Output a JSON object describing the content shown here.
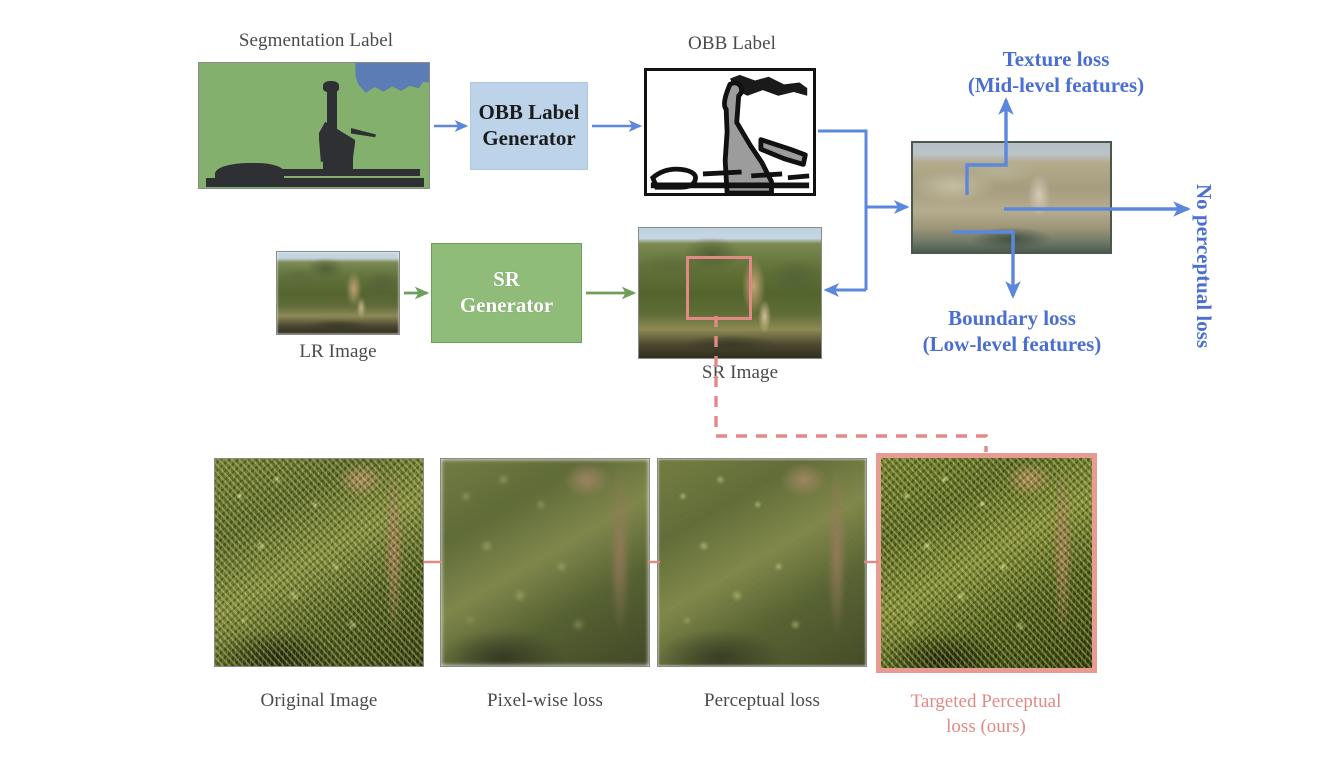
{
  "figure": {
    "title": "Targeted perceptual loss super-resolution pipeline diagram",
    "colors": {
      "arrow_blue": "#5b87dd",
      "arrow_green": "#6f9e5b",
      "loss_text_blue": "#4a6fd0",
      "highlight_red": "#e89a93",
      "ours_text_red": "#e08a85",
      "obb_box_fill": "#bcd3e9",
      "sr_box_fill": "#8fbc78",
      "caption_gray": "#4a4a4a"
    }
  },
  "top_row": {
    "segmentation_label_caption": "Segmentation Label",
    "obb_generator_box": "OBB Label\nGenerator",
    "obb_generator_line1": "OBB Label",
    "obb_generator_line2": "Generator",
    "obb_label_caption": "OBB Label"
  },
  "middle_row": {
    "lr_image_caption": "LR  Image",
    "sr_generator_line1": "SR",
    "sr_generator_line2": "Generator",
    "sr_image_caption": "SR Image"
  },
  "losses": {
    "texture": {
      "line1": "Texture loss",
      "line2": "(Mid-level features)"
    },
    "boundary": {
      "line1": "Boundary loss",
      "line2": "(Low-level features)"
    },
    "none": {
      "label": "No perceptual loss"
    }
  },
  "comparison_row": {
    "panels": [
      {
        "caption": "Original Image",
        "highlighted": false
      },
      {
        "caption": "Pixel-wise loss",
        "highlighted": false
      },
      {
        "caption": "Perceptual loss",
        "highlighted": false
      },
      {
        "caption_line1": "Targeted Perceptual",
        "caption_line2": "loss (ours)",
        "highlighted": true
      }
    ]
  },
  "icons": {
    "arrow_right": "arrow-right-icon",
    "arrow_left": "arrow-left-icon",
    "arrow_up": "arrow-up-icon",
    "arrow_down": "arrow-down-icon"
  }
}
